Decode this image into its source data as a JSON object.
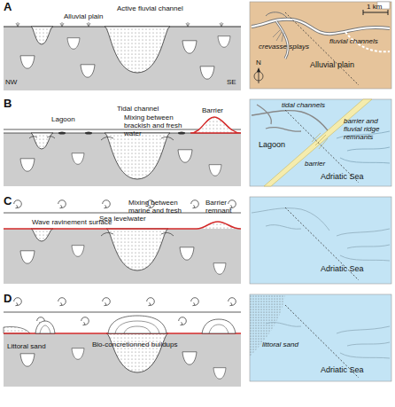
{
  "diagram": {
    "labels": [
      "A",
      "Alluvial plain",
      "Active fluvial channel",
      "NW",
      "SE",
      "1 km",
      "fluvial channels",
      "crevasse splays",
      "N",
      "Alluvial plain",
      "B",
      "Lagoon",
      "Tidal channel",
      "Mixing between brackish and fresh water",
      "Barrier",
      "tidal channels",
      "Lagoon",
      "barrier",
      "barrier and fluvial ridge remnants",
      "Adriatic Sea",
      "C",
      "Wave ravinement surface",
      "Sea level",
      "Mixing between marine and fresh water",
      "Barrier remnant",
      "Adriatic Sea",
      "D",
      "Littoral sand",
      "Bio-concretionned buildups",
      "littoral sand",
      "Adriatic Sea"
    ]
  }
}
